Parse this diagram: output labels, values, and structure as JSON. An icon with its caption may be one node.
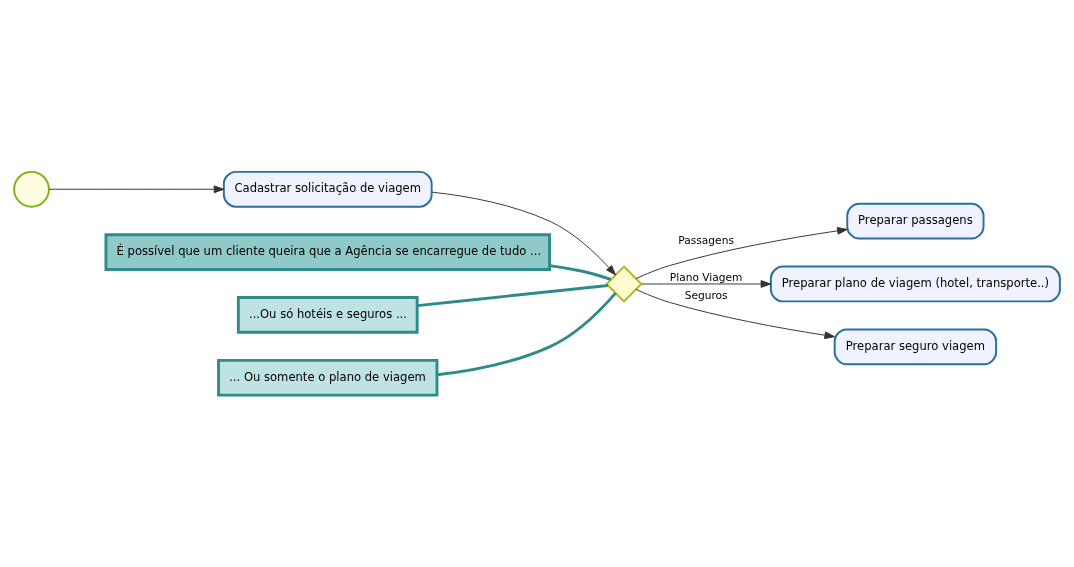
{
  "diagram": {
    "nodes": [
      {
        "text": [],
        "shape": "circle"
      },
      {
        "text": [
          "Cadastrar solicitação de viagem"
        ]
      },
      {
        "text": [],
        "shape": "diamond"
      },
      {
        "text": [
          "Preparar passagens"
        ]
      },
      {
        "text": [
          "Preparar plano de viagem (hotel, transporte..)"
        ]
      },
      {
        "text": [
          "Preparar seguro viagem"
        ]
      },
      {
        "text": [
          "É possível que um cliente queira que a Agência se encarregue de tudo ..."
        ]
      },
      {
        "text": [
          "...Ou só hotéis e seguros ..."
        ]
      },
      {
        "text": [
          "... Ou somente o plano de viagem"
        ]
      }
    ],
    "edges": [
      {
        "from": 0,
        "to": 1,
        "arrow": "to"
      },
      {
        "from": 1,
        "to": 2,
        "arrow": "to"
      },
      {
        "from": 2,
        "to": 3,
        "arrow": "to",
        "label": "Passagens"
      },
      {
        "from": 2,
        "to": 4,
        "arrow": "to",
        "label": "Plano Viagem"
      },
      {
        "from": 2,
        "to": 5,
        "arrow": "to",
        "label": "Seguros"
      },
      {
        "from": 6,
        "to": 2,
        "arrow": "none",
        "style": "thick",
        "color": "#2e8b8b"
      },
      {
        "from": 7,
        "to": 2,
        "arrow": "none",
        "style": "thick",
        "color": "#2e8b8b"
      },
      {
        "from": 8,
        "to": 2,
        "arrow": "none",
        "style": "thick",
        "color": "#2e8b8b"
      }
    ]
  }
}
